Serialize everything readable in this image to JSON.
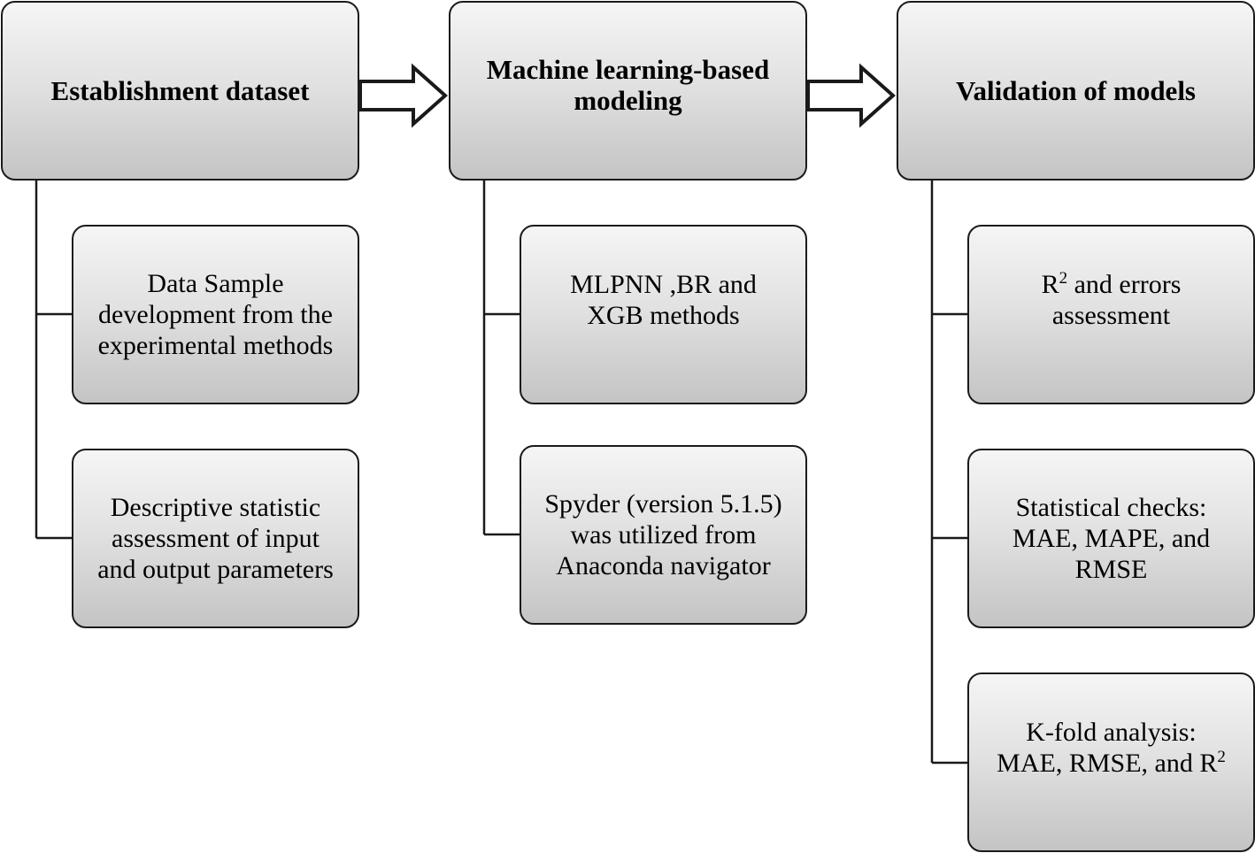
{
  "columns": [
    {
      "title": "Establishment dataset",
      "items": [
        {
          "text": "Data Sample\ndevelopment from the\nexperimental methods"
        },
        {
          "text": "Descriptive statistic\nassessment of input\nand output parameters"
        }
      ]
    },
    {
      "title": "Machine learning-based\nmodeling",
      "items": [
        {
          "text": "MLPNN ,BR and\nXGB methods"
        },
        {
          "text": "Spyder (version 5.1.5)\nwas utilized from\nAnaconda navigator"
        }
      ]
    },
    {
      "title": "Validation of models",
      "items": [
        {
          "text": "R",
          "sup": "2",
          "text_after": " and errors\nassessment"
        },
        {
          "text": "Statistical checks:\nMAE, MAPE, and\nRMSE"
        },
        {
          "text": "K-fold analysis:\nMAE, RMSE, and R",
          "sup": "2",
          "text_after": ""
        }
      ]
    }
  ]
}
